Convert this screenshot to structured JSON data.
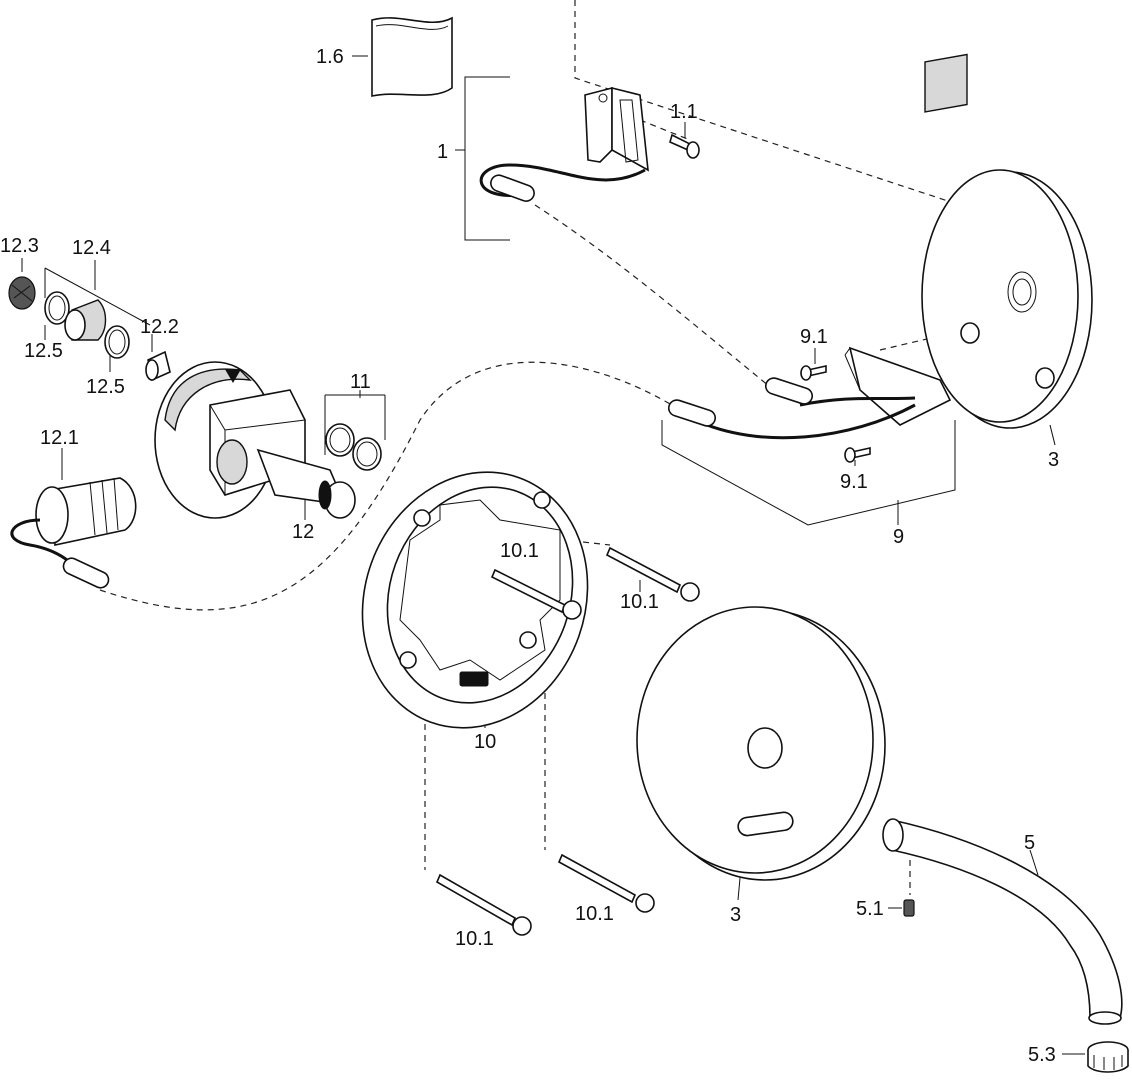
{
  "callouts": {
    "battery": "1.6",
    "sensor_assembly": "1",
    "bracket_screw": "1.1",
    "strainer": "12.3",
    "sleeve_set": "12.4",
    "check_valve": "12.2",
    "oring_a": "12.5",
    "oring_b": "12.5",
    "solenoid": "12.1",
    "valve_body": "12",
    "oring_set": "11",
    "mount_ring": "10",
    "ring_screw_top": "10.1",
    "ring_screw_right": "10.1",
    "ring_screw_bottom_left": "10.1",
    "ring_screw_bottom_mid": "10.1",
    "electronics_screw_top": "9.1",
    "electronics_screw_bottom": "9.1",
    "electronics_module": "9",
    "cover_rear": "3",
    "cover_front": "3",
    "spout": "5",
    "set_screw": "5.1",
    "aerator": "5.3"
  }
}
